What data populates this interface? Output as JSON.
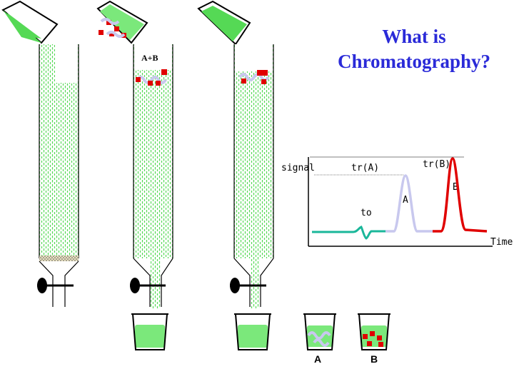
{
  "slide": {
    "title_line1": "What is",
    "title_line2": "Chromatography?",
    "column_label": "A+B"
  },
  "chromatogram": {
    "y_label": "signal",
    "x_label": "Time",
    "t0_label": "to",
    "tr_a_label": "tr(A)",
    "tr_b_label": "tr(B)",
    "peak_a_label": "A",
    "peak_b_label": "B"
  },
  "beakers": {
    "a_label": "A",
    "b_label": "B"
  },
  "colors": {
    "packing_green": "#55d955",
    "liquid_green": "#7be87b",
    "compound_a": "#c8c8ee",
    "compound_b": "#e00000",
    "baseline_teal": "#1ab79a",
    "title_blue": "#2a2ad8"
  }
}
